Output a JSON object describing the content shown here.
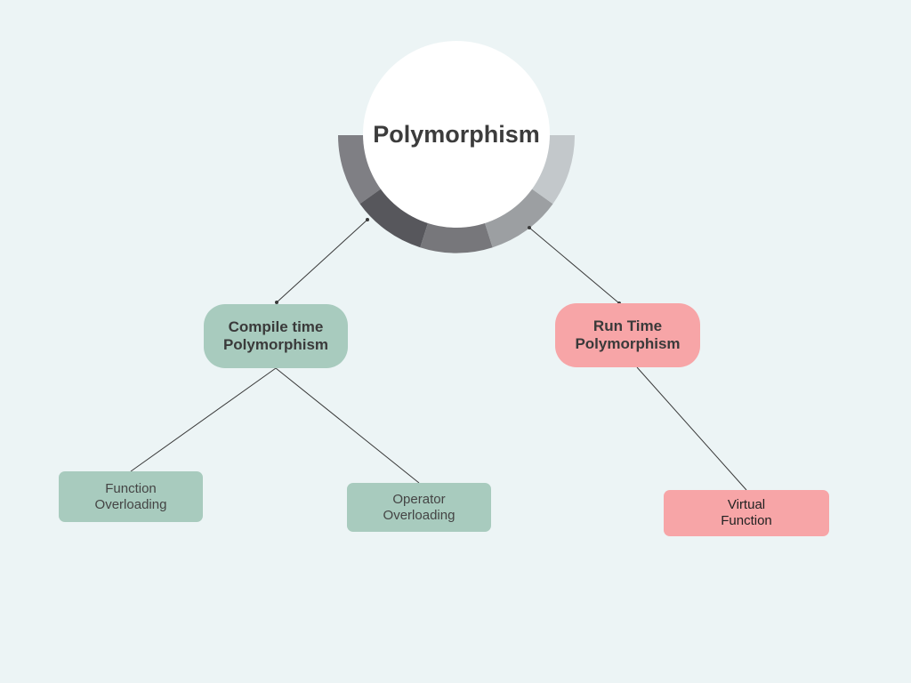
{
  "root": {
    "title": "Polymorphism"
  },
  "branches": [
    {
      "id": "compile",
      "lines": [
        "Compile time",
        "Polymorphism"
      ],
      "color": "#a8cbbe",
      "children": [
        {
          "id": "function-overloading",
          "lines": [
            "Function",
            "Overloading"
          ]
        },
        {
          "id": "operator-overloading",
          "lines": [
            "Operator",
            "Overloading"
          ]
        }
      ]
    },
    {
      "id": "runtime",
      "lines": [
        "Run Time",
        "Polymorphism"
      ],
      "color": "#f7a5a7",
      "children": [
        {
          "id": "virtual-function",
          "lines": [
            "Virtual",
            "Function"
          ]
        }
      ]
    }
  ],
  "colors": {
    "background": "#ecf4f5",
    "ring_segments": [
      "#7f7f84",
      "#57575c",
      "#77777b",
      "#9c9fa2",
      "#c3c8cb"
    ],
    "connector": "#3a3a3a"
  }
}
